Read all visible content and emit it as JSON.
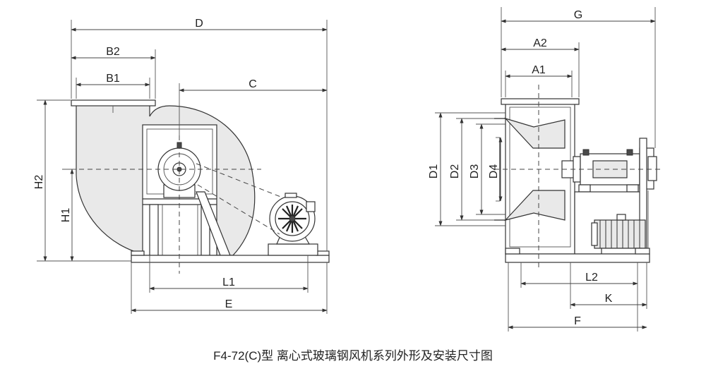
{
  "caption": "F4-72(C)型 离心式玻璃钢风机系列外形及安装尺寸图",
  "front_view": {
    "labels": {
      "D": "D",
      "B2": "B2",
      "B1": "B1",
      "C": "C",
      "H2": "H2",
      "H1": "H1",
      "L1": "L1",
      "E": "E"
    }
  },
  "side_view": {
    "labels": {
      "G": "G",
      "A2": "A2",
      "A1": "A1",
      "D1": "D1",
      "D2": "D2",
      "D3": "D3",
      "D4": "D4",
      "L2": "L2",
      "K": "K",
      "F": "F"
    }
  }
}
